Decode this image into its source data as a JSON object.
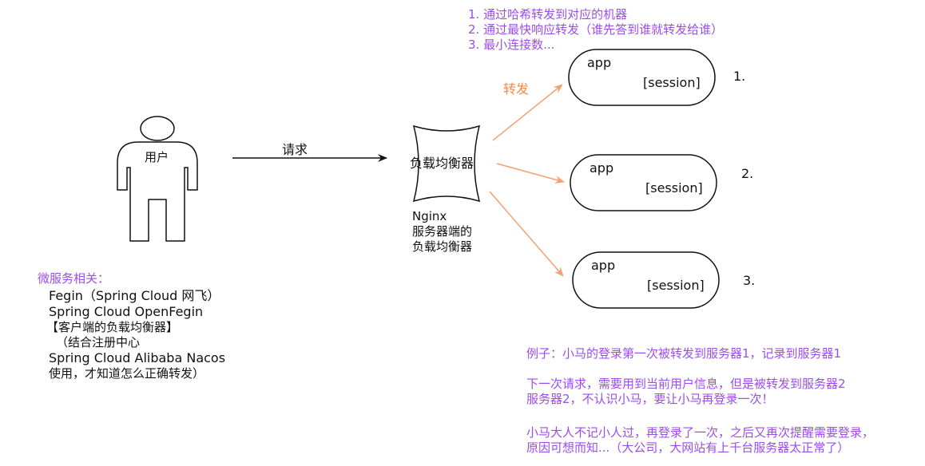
{
  "colors": {
    "note": "#9b4dea",
    "arrow_accent": "#f5a071",
    "label_accent": "#f5894a",
    "stroke": "#111111"
  },
  "user": {
    "label": "用户"
  },
  "request_label": "请求",
  "load_balancer": {
    "label": "负载均衡器",
    "caption": [
      "Nginx",
      "服务器端的",
      "负载均衡器"
    ]
  },
  "forward_label": "转发",
  "strategies": [
    "1. 通过哈希转发到对应的机器",
    "2. 通过最快响应转发（谁先答到谁就转发给谁）",
    "3. 最小连接数..."
  ],
  "servers": [
    {
      "app": "app",
      "session": "[session]",
      "index": "1."
    },
    {
      "app": "app",
      "session": "[session]",
      "index": "2."
    },
    {
      "app": "app",
      "session": "[session]",
      "index": "3."
    }
  ],
  "microservices": {
    "title": "微服务相关：",
    "lines": [
      "Fegin（Spring Cloud 网飞）",
      "Spring Cloud OpenFegin",
      "【客户端的负载均衡器】",
      "（结合注册中心",
      "Spring Cloud Alibaba Nacos",
      "使用，才知道怎么正确转发）"
    ]
  },
  "example": {
    "lines": [
      "例子：小马的登录第一次被转发到服务器1，记录到服务器1",
      "下一次请求，需要用到当前用户信息，但是被转发到服务器2",
      "服务器2，不认识小马，要让小马再登录一次！",
      "小马大人不记小人过，再登录了一次，之后又再次提醒需要登录，",
      "原因可想而知...（大公司，大网站有上千台服务器太正常了）"
    ]
  }
}
